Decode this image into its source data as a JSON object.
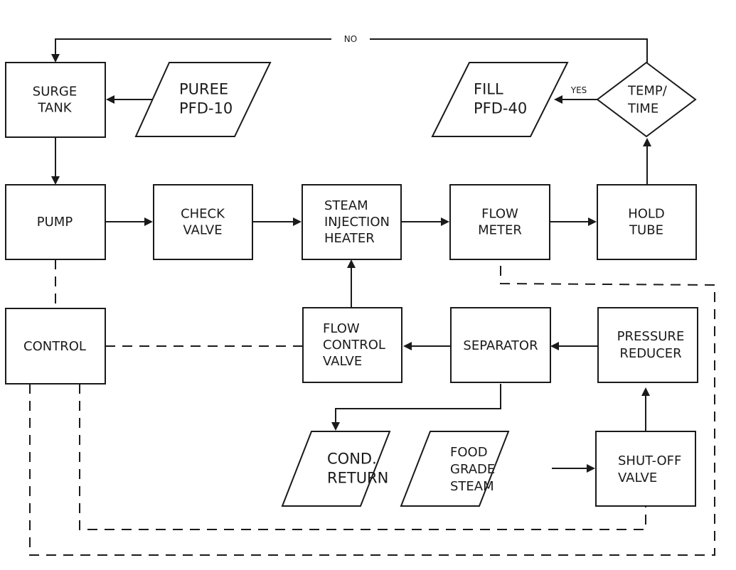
{
  "diagram": {
    "type": "process-flow-diagram",
    "nodes": {
      "surge_tank": {
        "shape": "rectangle",
        "lines": [
          "SURGE",
          "TANK"
        ]
      },
      "puree": {
        "shape": "parallelogram",
        "lines": [
          "PUREE",
          "PFD-10"
        ]
      },
      "fill": {
        "shape": "parallelogram",
        "lines": [
          "FILL",
          "PFD-40"
        ]
      },
      "temp_time": {
        "shape": "diamond",
        "lines": [
          "TEMP/",
          "TIME"
        ]
      },
      "pump": {
        "shape": "rectangle",
        "lines": [
          "PUMP"
        ]
      },
      "check_valve": {
        "shape": "rectangle",
        "lines": [
          "CHECK",
          "VALVE"
        ]
      },
      "steam_heater": {
        "shape": "rectangle",
        "lines": [
          "STEAM",
          "INJECTION",
          "HEATER"
        ]
      },
      "flow_meter": {
        "shape": "rectangle",
        "lines": [
          "FLOW",
          "METER"
        ]
      },
      "hold_tube": {
        "shape": "rectangle",
        "lines": [
          "HOLD",
          "TUBE"
        ]
      },
      "control": {
        "shape": "rectangle",
        "lines": [
          "CONTROL"
        ]
      },
      "flow_control_valve": {
        "shape": "rectangle",
        "lines": [
          "FLOW",
          "CONTROL",
          "VALVE"
        ]
      },
      "separator": {
        "shape": "rectangle",
        "lines": [
          "SEPARATOR"
        ]
      },
      "pressure_reducer": {
        "shape": "rectangle",
        "lines": [
          "PRESSURE",
          "REDUCER"
        ]
      },
      "cond_return": {
        "shape": "parallelogram",
        "lines": [
          "COND.",
          "RETURN"
        ]
      },
      "food_grade_steam": {
        "shape": "parallelogram",
        "lines": [
          "FOOD",
          "GRADE",
          "STEAM"
        ]
      },
      "shutoff_valve": {
        "shape": "rectangle",
        "lines": [
          "SHUT-OFF",
          "VALVE"
        ]
      }
    },
    "edge_labels": {
      "no": "NO",
      "yes": "YES"
    },
    "edges": [
      {
        "from": "puree",
        "to": "surge_tank",
        "style": "solid"
      },
      {
        "from": "surge_tank",
        "to": "pump",
        "style": "solid"
      },
      {
        "from": "pump",
        "to": "check_valve",
        "style": "solid"
      },
      {
        "from": "check_valve",
        "to": "steam_heater",
        "style": "solid"
      },
      {
        "from": "steam_heater",
        "to": "flow_meter",
        "style": "solid"
      },
      {
        "from": "flow_meter",
        "to": "hold_tube",
        "style": "solid"
      },
      {
        "from": "hold_tube",
        "to": "temp_time",
        "style": "solid"
      },
      {
        "from": "temp_time",
        "to": "fill",
        "style": "solid",
        "label": "YES"
      },
      {
        "from": "temp_time",
        "to": "surge_tank",
        "style": "solid",
        "label": "NO"
      },
      {
        "from": "pressure_reducer",
        "to": "separator",
        "style": "solid"
      },
      {
        "from": "separator",
        "to": "flow_control_valve",
        "style": "solid"
      },
      {
        "from": "flow_control_valve",
        "to": "steam_heater",
        "style": "solid"
      },
      {
        "from": "separator",
        "to": "cond_return",
        "style": "solid"
      },
      {
        "from": "food_grade_steam",
        "to": "shutoff_valve",
        "style": "solid"
      },
      {
        "from": "shutoff_valve",
        "to": "pressure_reducer",
        "style": "solid"
      },
      {
        "from": "pump",
        "to": "control",
        "style": "dashed"
      },
      {
        "from": "control",
        "to": "flow_control_valve",
        "style": "dashed"
      },
      {
        "from": "control",
        "to": "shutoff_valve",
        "style": "dashed"
      },
      {
        "from": "control",
        "to": "flow_meter",
        "style": "dashed"
      }
    ]
  }
}
